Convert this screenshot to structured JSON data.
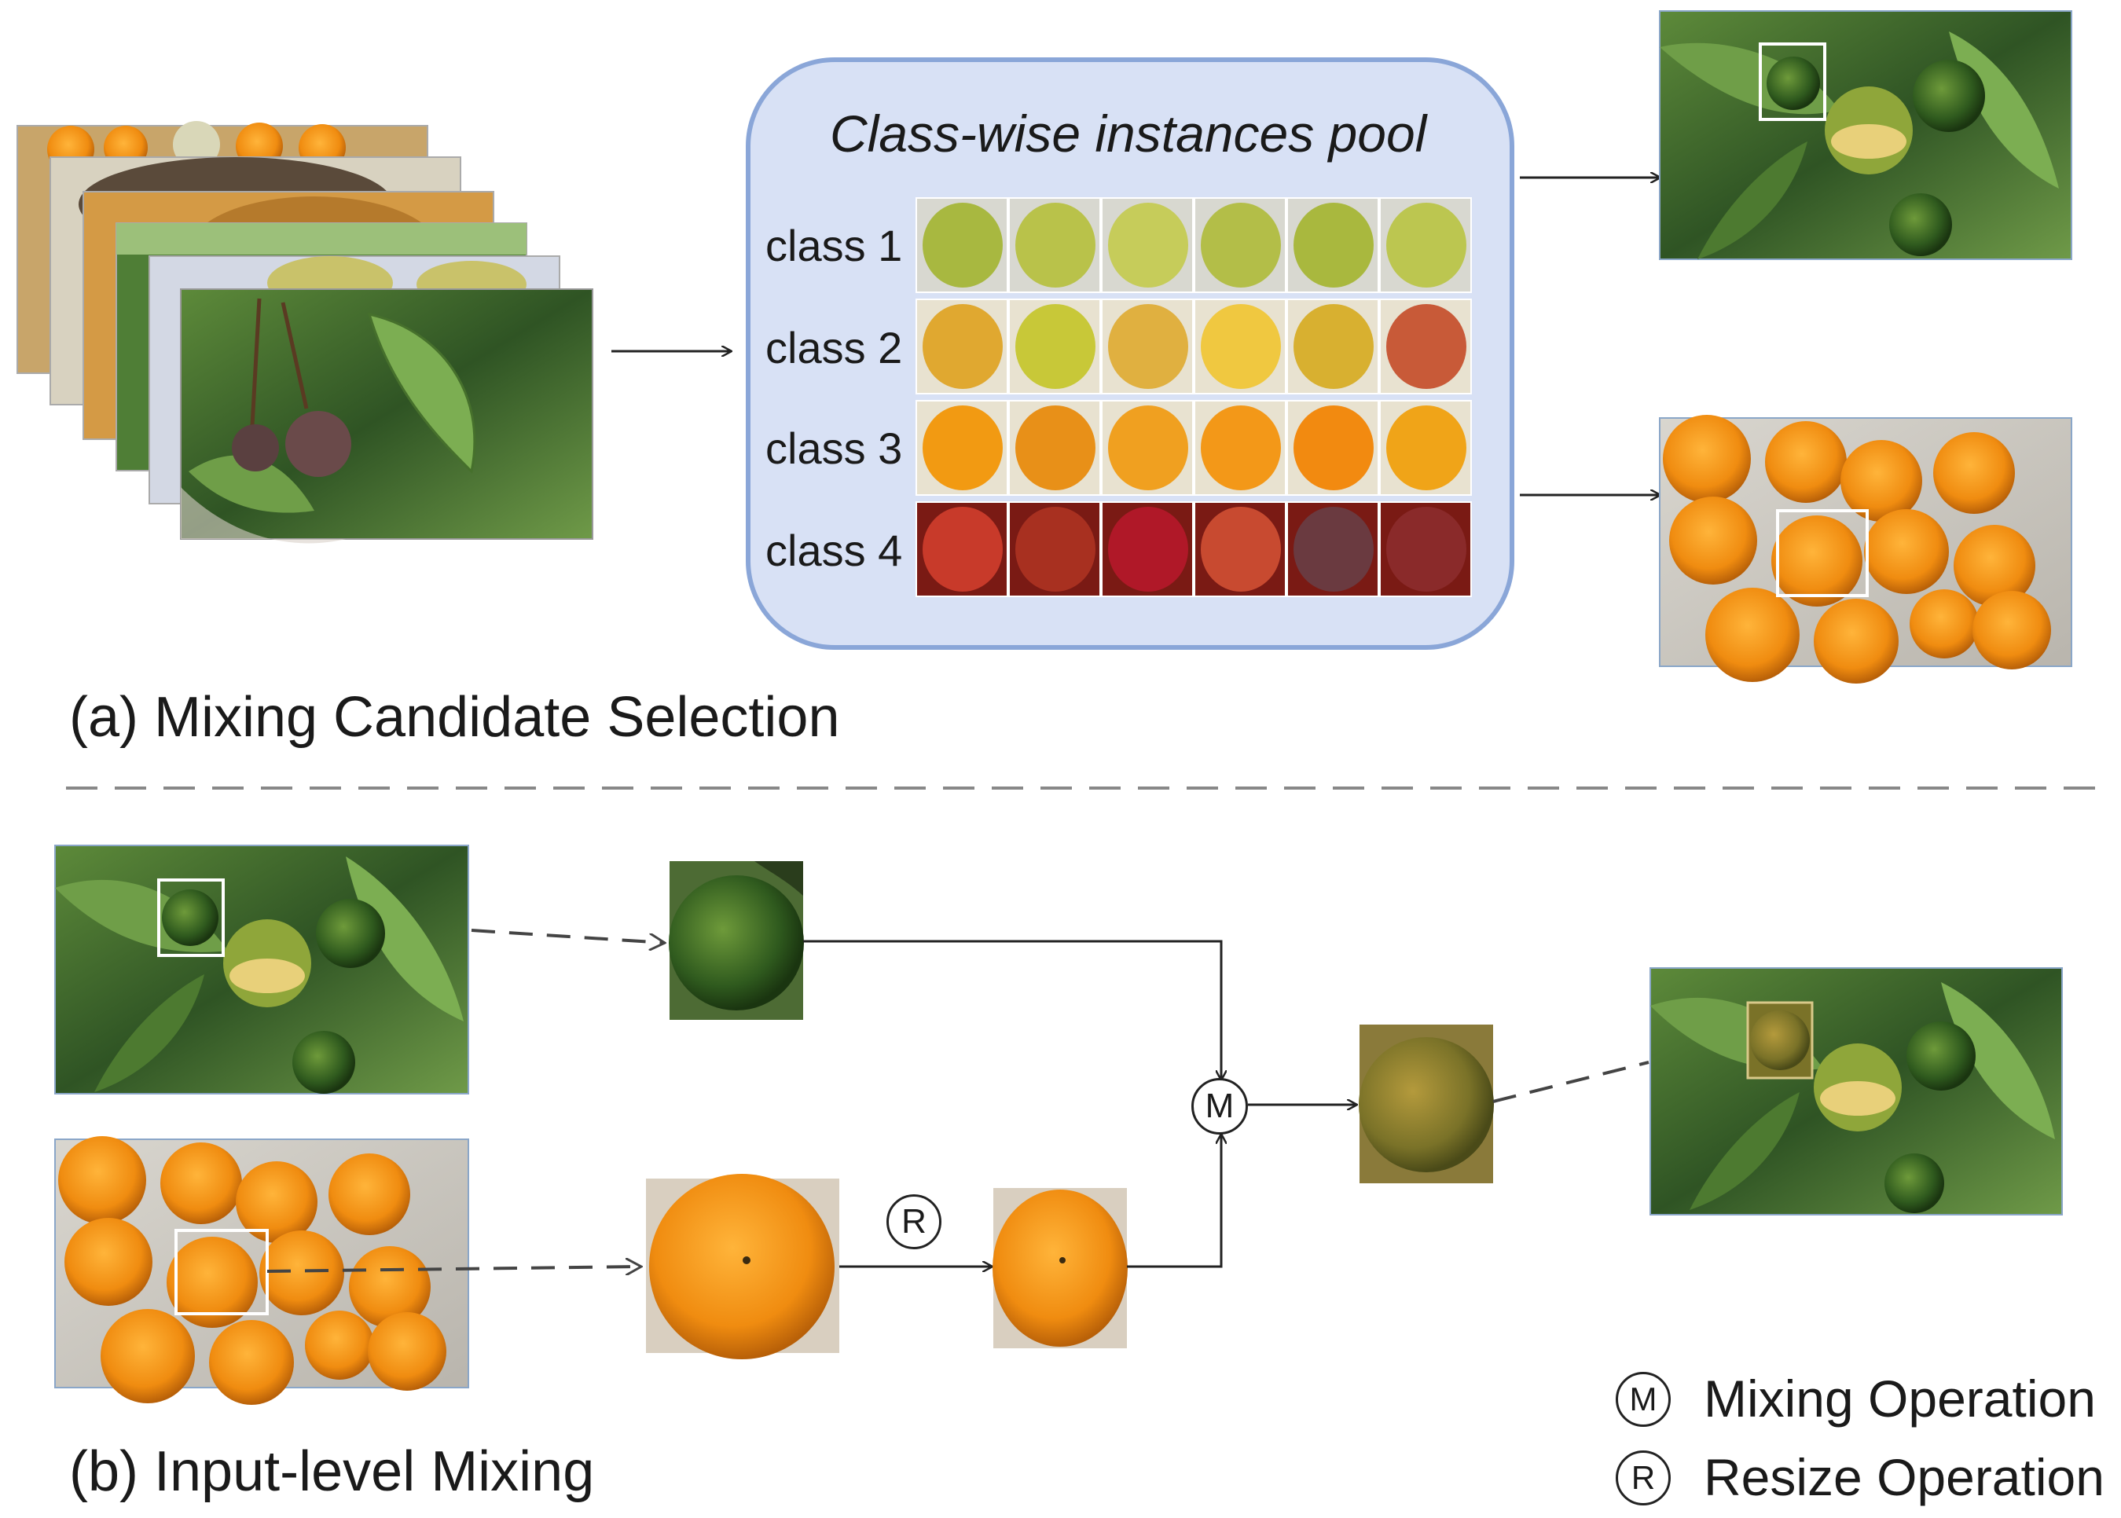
{
  "section_a": {
    "title": "(a) Mixing Candidate Selection"
  },
  "section_b": {
    "title": "(b) Input-level Mixing"
  },
  "pool": {
    "title": "Class-wise instances pool",
    "classes": [
      {
        "label": "class 1",
        "color": "#b9c24a"
      },
      {
        "label": "class 2",
        "color": "#d9b43a"
      },
      {
        "label": "class 3",
        "color": "#ee9418"
      },
      {
        "label": "class 4",
        "color": "#b02a22"
      }
    ]
  },
  "legend": [
    {
      "symbol": "M",
      "text": "Mixing Operation"
    },
    {
      "symbol": "R",
      "text": "Resize Operation"
    }
  ],
  "operators": {
    "mix": "M",
    "resize": "R"
  },
  "colors": {
    "pool_fill": "#d8e1f5",
    "pool_border": "#8aa6d8",
    "leaf_green": "#3f6a2b",
    "orange": "#f29a12",
    "box_white": "#ffffff",
    "separator": "#888888"
  }
}
